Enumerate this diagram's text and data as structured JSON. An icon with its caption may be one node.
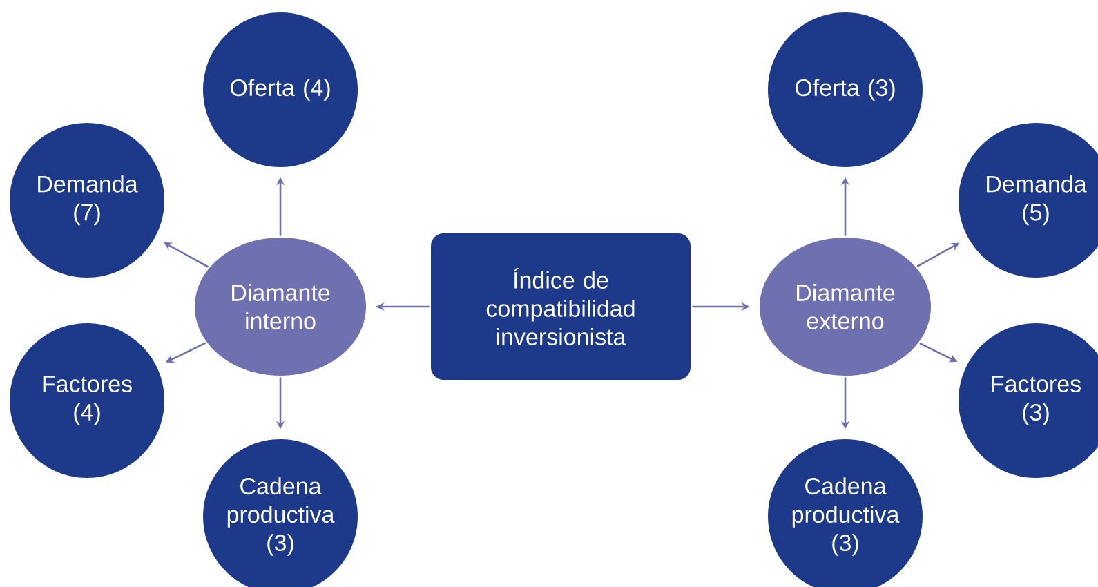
{
  "diagram": {
    "nodes": [
      {
        "text": [
          "Índice de compatibilidad inversionista"
        ]
      },
      {
        "text": [
          "Diamante interno"
        ]
      },
      {
        "text": [
          "Diamante externo"
        ]
      },
      {
        "text": [
          "Oferta (4)"
        ]
      },
      {
        "text": [
          "Demanda (7)"
        ]
      },
      {
        "text": [
          "Factores (4)"
        ]
      },
      {
        "text": [
          "Cadena productiva (3)"
        ]
      },
      {
        "text": [
          "Oferta (3)"
        ]
      },
      {
        "text": [
          "Demanda (5)"
        ]
      },
      {
        "text": [
          "Factores (3)"
        ]
      },
      {
        "text": [
          "Cadena productiva (3)"
        ]
      }
    ],
    "edges": [
      {
        "from": 0,
        "to": 1,
        "arrow": "to"
      },
      {
        "from": 0,
        "to": 2,
        "arrow": "to"
      },
      {
        "from": 1,
        "to": 3,
        "arrow": "to"
      },
      {
        "from": 1,
        "to": 4,
        "arrow": "to"
      },
      {
        "from": 1,
        "to": 5,
        "arrow": "to"
      },
      {
        "from": 1,
        "to": 6,
        "arrow": "to"
      },
      {
        "from": 2,
        "to": 7,
        "arrow": "to"
      },
      {
        "from": 2,
        "to": 8,
        "arrow": "to"
      },
      {
        "from": 2,
        "to": 9,
        "arrow": "to"
      },
      {
        "from": 2,
        "to": 10,
        "arrow": "to"
      }
    ]
  }
}
